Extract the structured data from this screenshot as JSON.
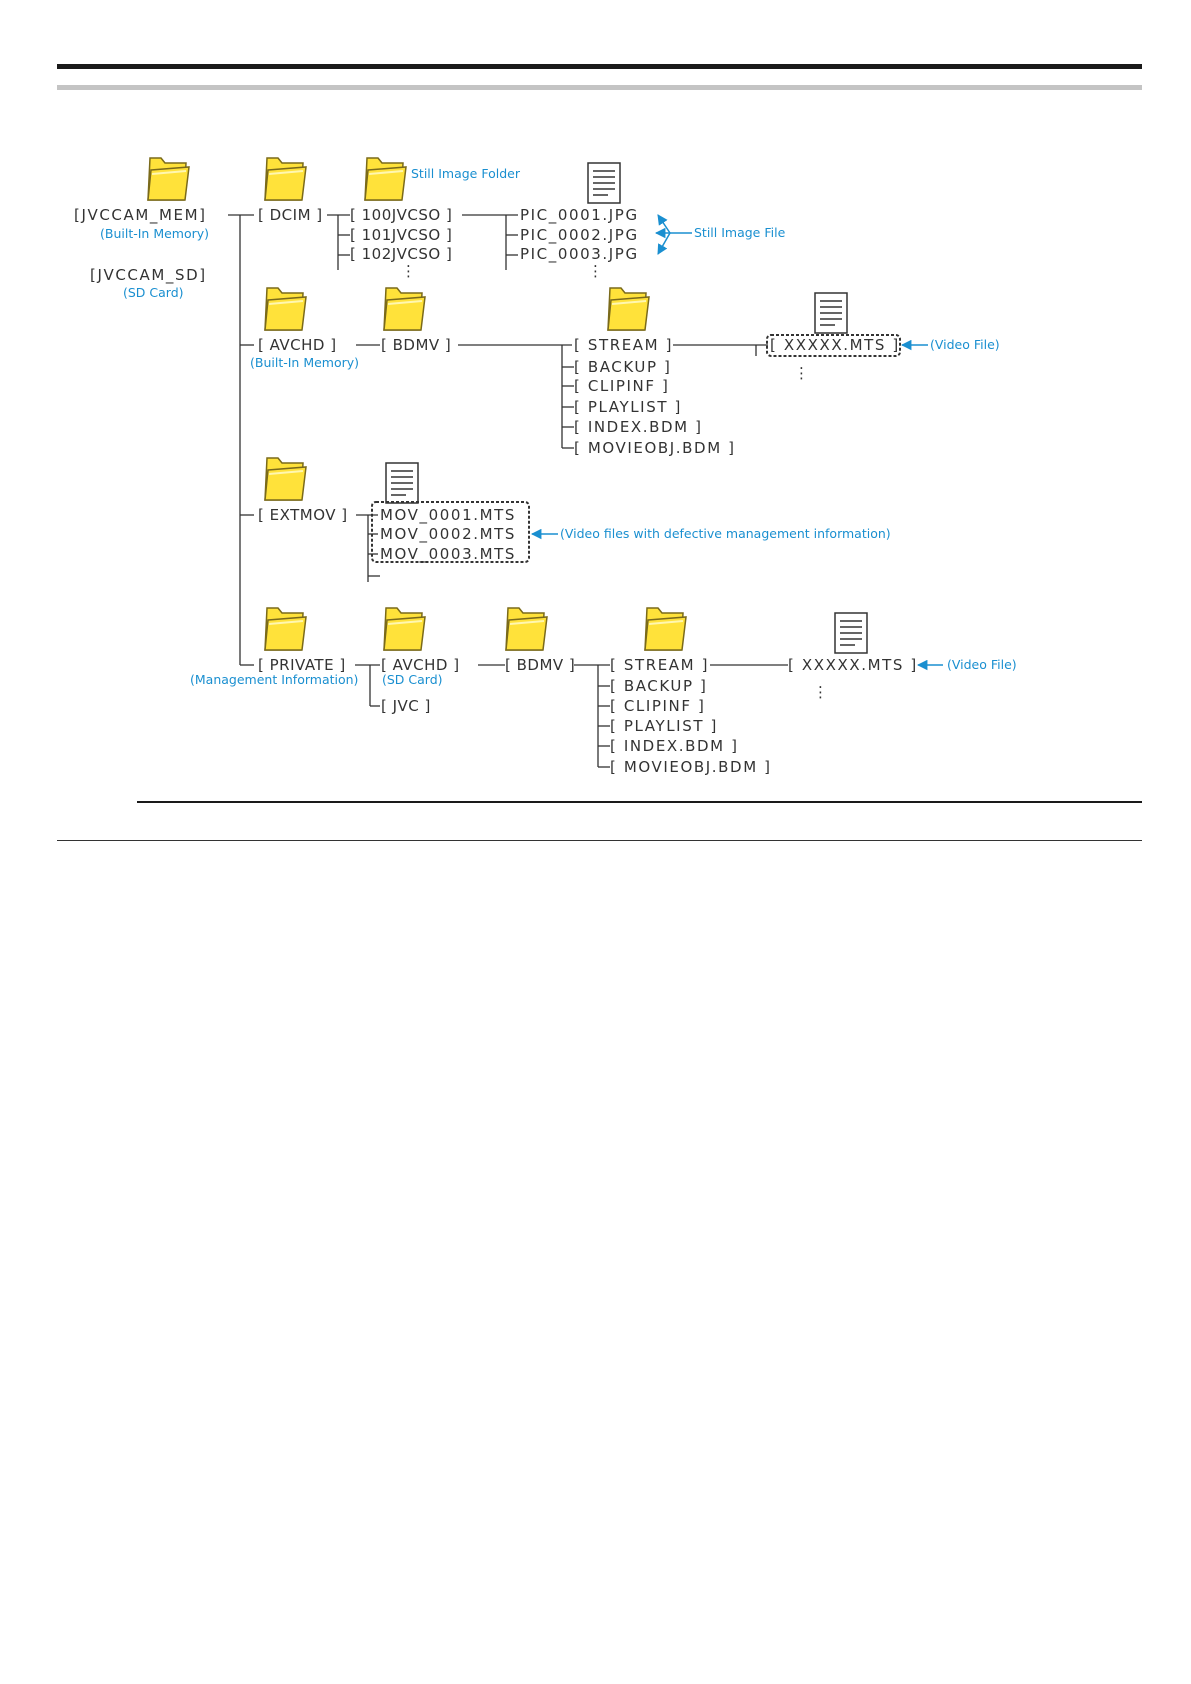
{
  "labels": {
    "jvccam_mem": "[JVCCAM_MEM]",
    "jvccam_sd": "[JVCCAM_SD]",
    "dcim": "[ DCIM ]",
    "f100": "[ 100JVCSO ]",
    "f101": "[ 101JVCSO ]",
    "f102": "[ 102JVCSO ]",
    "pic1": "PIC_0001.JPG",
    "pic2": "PIC_0002.JPG",
    "pic3": "PIC_0003.JPG",
    "avchd": "[ AVCHD ]",
    "bdmv": "[ BDMV ]",
    "stream": "[ STREAM ]",
    "backup": "[ BACKUP ]",
    "clipinf": "[ CLIPINF ]",
    "playlist": "[ PLAYLIST ]",
    "index": "[ INDEX.BDM ]",
    "movieobj": "[ MOVIEOBJ.BDM ]",
    "mts": "[ XXXXX.MTS ]",
    "extmov": "[ EXTMOV ]",
    "mov1": "MOV_0001.MTS",
    "mov2": "MOV_0002.MTS",
    "mov3": "MOV_0003.MTS",
    "private": "[ PRIVATE ]",
    "avchd2": "[ AVCHD ]",
    "jvc": "[ JVC ]",
    "bdmv2": "[ BDMV ]",
    "stream2": "[ STREAM ]",
    "backup2": "[ BACKUP ]",
    "clipinf2": "[ CLIPINF ]",
    "playlist2": "[ PLAYLIST ]",
    "index2": "[ INDEX.BDM ]",
    "movieobj2": "[ MOVIEOBJ.BDM ]",
    "mts2": "[ XXXXX.MTS ]"
  },
  "notes": {
    "builtin_mem_1": "(Built-In Memory)",
    "sd_card_1": "(SD Card)",
    "still_image_folder": "Still Image Folder",
    "still_image_file": "Still Image File",
    "builtin_mem_2": "(Built-In Memory)",
    "video_file_1": "(Video File)",
    "defective": "(Video files with defective management information)",
    "management_info": "(Management Information)",
    "sd_card_2": "(SD Card)",
    "video_file_2": "(Video File)"
  },
  "colors": {
    "text": "#333333",
    "note": "#1a8fd0",
    "folder_fill": "#ffe23a",
    "folder_stroke": "#7a6a1a",
    "top_bar": "#1a1a1a",
    "top_gray": "#bfbfbf"
  },
  "icons": {
    "folder": "folder-icon",
    "file": "document-icon"
  }
}
